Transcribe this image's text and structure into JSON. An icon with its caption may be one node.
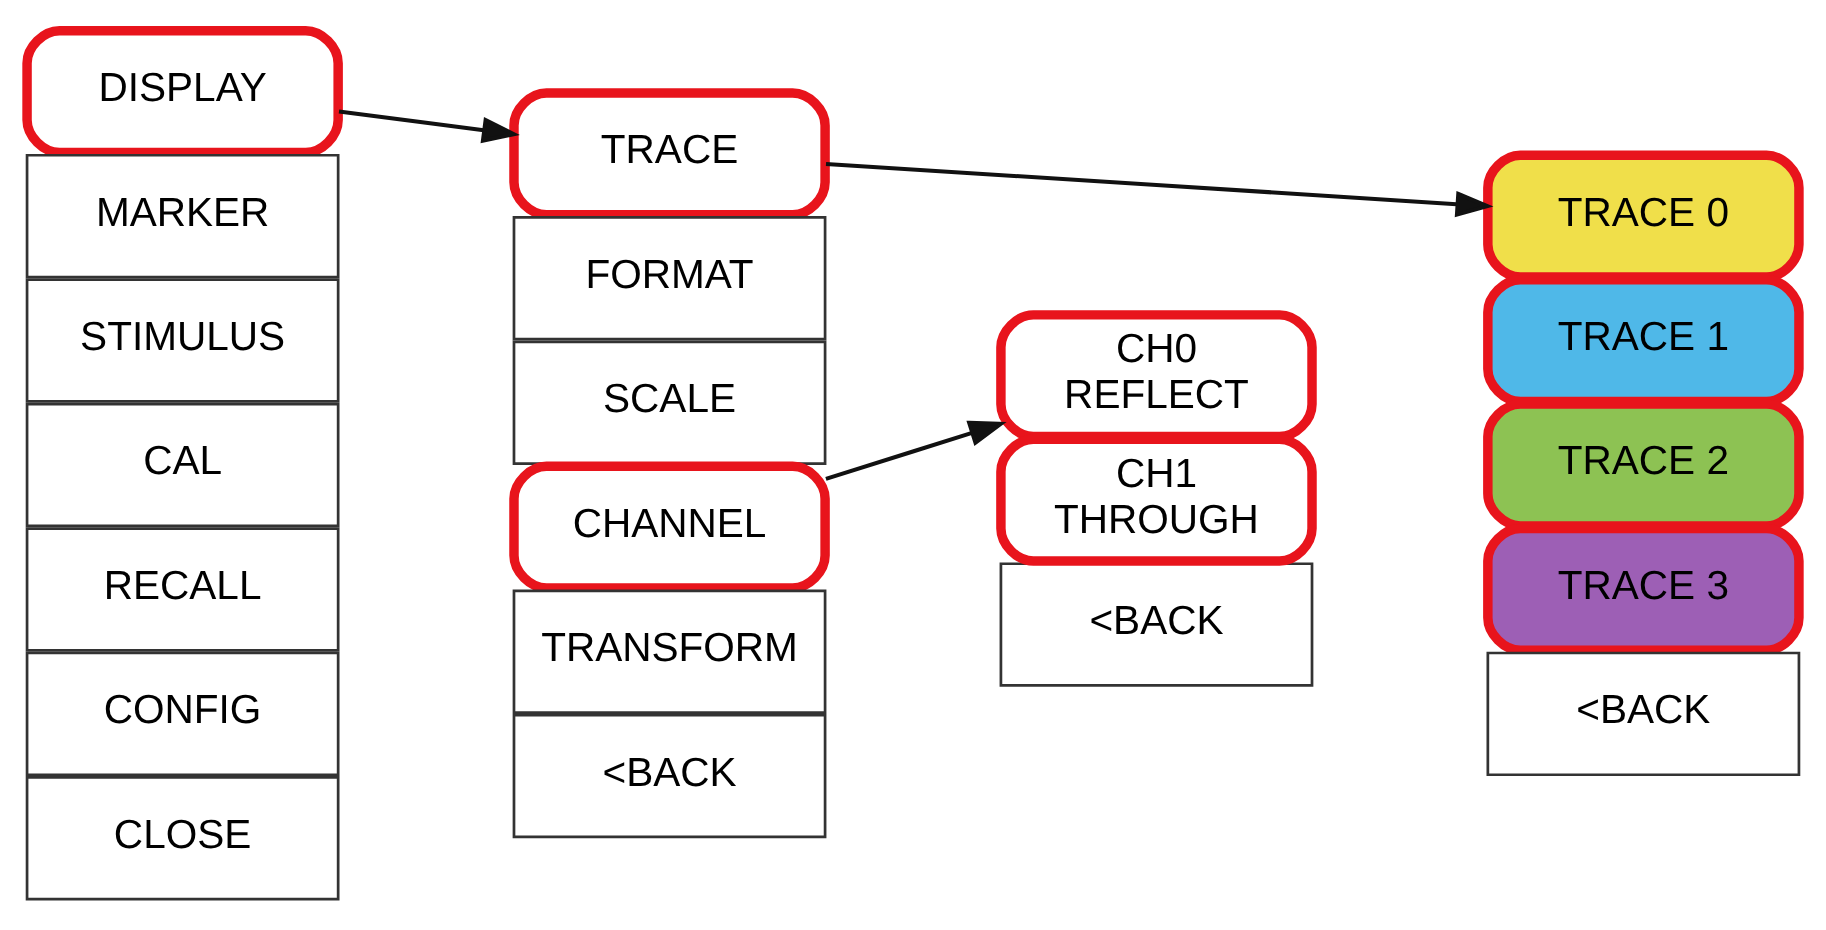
{
  "diagram": {
    "nodes": [
      {
        "text": [
          "DISPLAY"
        ]
      },
      {
        "text": [
          "MARKER"
        ]
      },
      {
        "text": [
          "STIMULUS"
        ]
      },
      {
        "text": [
          "CAL"
        ]
      },
      {
        "text": [
          "RECALL"
        ]
      },
      {
        "text": [
          "CONFIG"
        ]
      },
      {
        "text": [
          "CLOSE"
        ]
      },
      {
        "text": [
          "TRACE"
        ]
      },
      {
        "text": [
          "FORMAT"
        ]
      },
      {
        "text": [
          "SCALE"
        ]
      },
      {
        "text": [
          "CHANNEL"
        ]
      },
      {
        "text": [
          "TRANSFORM"
        ]
      },
      {
        "text": [
          "<BACK"
        ]
      },
      {
        "text": [
          "TRACE 0"
        ]
      },
      {
        "text": [
          "TRACE 1"
        ]
      },
      {
        "text": [
          "TRACE 2"
        ]
      },
      {
        "text": [
          "TRACE 3"
        ]
      },
      {
        "text": [
          "<BACK"
        ]
      },
      {
        "text": [
          "CH0 REFLECT"
        ]
      },
      {
        "text": [
          "CH1 THROUGH"
        ]
      },
      {
        "text": [
          "<BACK"
        ]
      }
    ],
    "edges": [
      {
        "from": 0,
        "to": 7,
        "arrow": "to"
      },
      {
        "from": 7,
        "to": 13,
        "arrow": "to"
      },
      {
        "from": 10,
        "to": 18,
        "arrow": "to"
      }
    ]
  }
}
